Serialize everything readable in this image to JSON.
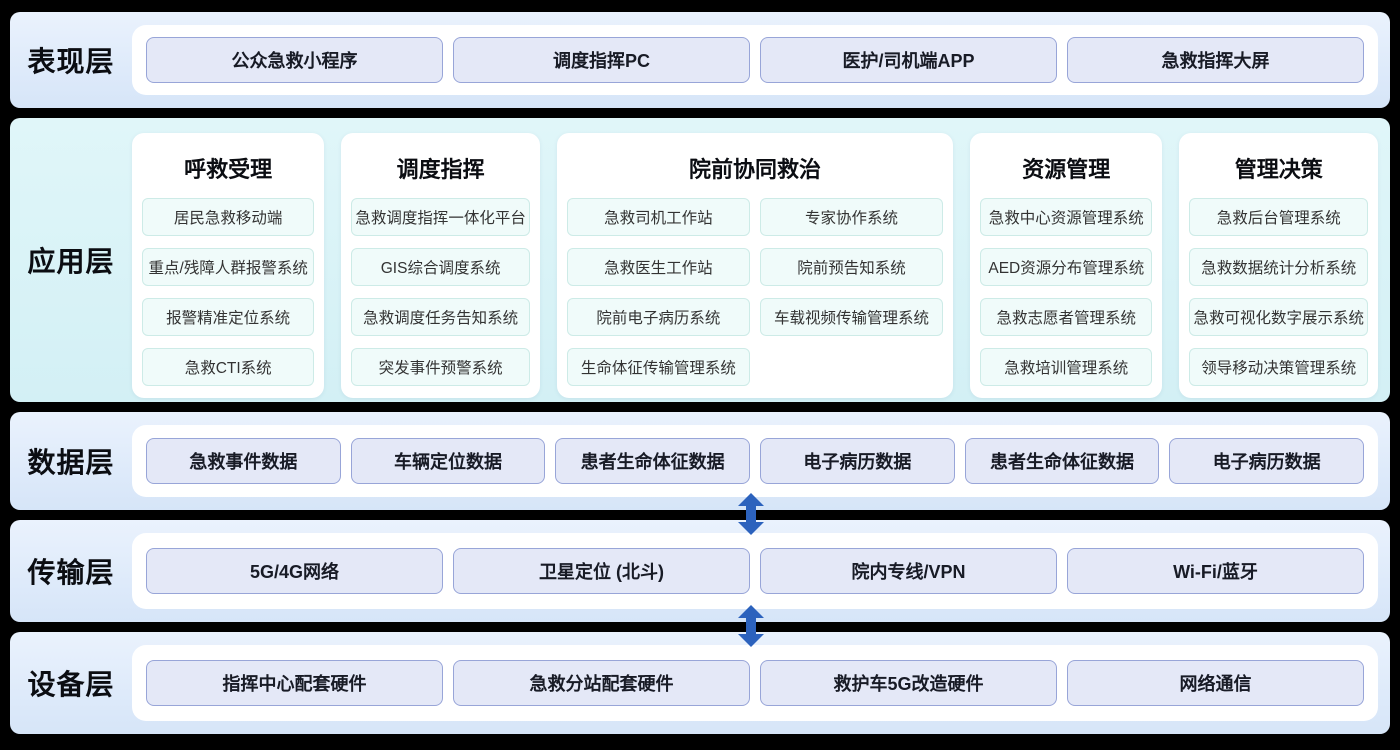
{
  "presentation": {
    "label": "表现层",
    "items": [
      "公众急救小程序",
      "调度指挥PC",
      "医护/司机端APP",
      "急救指挥大屏"
    ]
  },
  "application": {
    "label": "应用层",
    "columns": [
      {
        "title": "呼救受理",
        "items": [
          "居民急救移动端",
          "重点/残障人群报警系统",
          "报警精准定位系统",
          "急救CTI系统"
        ]
      },
      {
        "title": "调度指挥",
        "items": [
          "急救调度指挥一体化平台",
          "GIS综合调度系统",
          "急救调度任务告知系统",
          "突发事件预警系统"
        ]
      },
      {
        "title": "院前协同救治",
        "items": [
          "急救司机工作站",
          "专家协作系统",
          "急救医生工作站",
          "院前预告知系统",
          "院前电子病历系统",
          "车载视频传输管理系统",
          "生命体征传输管理系统"
        ]
      },
      {
        "title": "资源管理",
        "items": [
          "急救中心资源管理系统",
          "AED资源分布管理系统",
          "急救志愿者管理系统",
          "急救培训管理系统"
        ]
      },
      {
        "title": "管理决策",
        "items": [
          "急救后台管理系统",
          "急救数据统计分析系统",
          "急救可视化数字展示系统",
          "领导移动决策管理系统"
        ]
      }
    ]
  },
  "data_layer": {
    "label": "数据层",
    "items": [
      "急救事件数据",
      "车辆定位数据",
      "患者生命体征数据",
      "电子病历数据",
      "患者生命体征数据",
      "电子病历数据"
    ]
  },
  "transport": {
    "label": "传输层",
    "items": [
      "5G/4G网络",
      "卫星定位 (北斗)",
      "院内专线/VPN",
      "Wi-Fi/蓝牙"
    ]
  },
  "device": {
    "label": "设备层",
    "items": [
      "指挥中心配套硬件",
      "急救分站配套硬件",
      "救护车5G改造硬件",
      "网络通信"
    ]
  },
  "colors": {
    "band_blue": "#d9e7f9",
    "band_cyan": "#d6f2f6",
    "pill_bg": "#e4e8f7",
    "pill_border": "#98a5d8",
    "app_item_bg": "#f0fbfa",
    "app_item_border": "#cdebe7",
    "arrow": "#2c62bd"
  }
}
